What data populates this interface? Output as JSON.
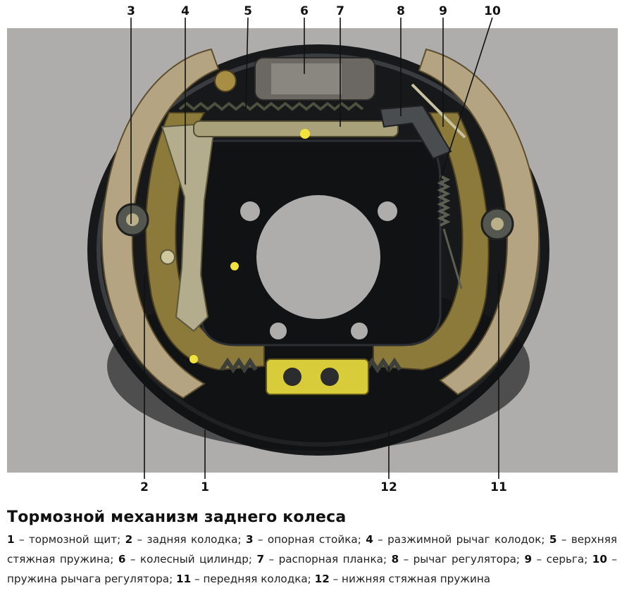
{
  "title": "Тормозной механизм заднего колеса",
  "callouts": [
    "3",
    "4",
    "5",
    "6",
    "7",
    "8",
    "9",
    "10",
    "2",
    "1",
    "12",
    "11"
  ],
  "legend": [
    {
      "num": "1",
      "text": "тормозной щит"
    },
    {
      "num": "2",
      "text": "задняя колодка"
    },
    {
      "num": "3",
      "text": "опорная стойка"
    },
    {
      "num": "4",
      "text": "разжимной рычаг колодок"
    },
    {
      "num": "5",
      "text": "верхняя стяжная пружина"
    },
    {
      "num": "6",
      "text": "колесный цилиндр"
    },
    {
      "num": "7",
      "text": "распорная планка"
    },
    {
      "num": "8",
      "text": "рычаг регулятора"
    },
    {
      "num": "9",
      "text": "серьга"
    },
    {
      "num": "10",
      "text": "пружина рычага регулятора"
    },
    {
      "num": "11",
      "text": "передняя колодка"
    },
    {
      "num": "12",
      "text": "нижняя стяжная пружина"
    }
  ],
  "colors": {
    "background": "#aeadac",
    "backing_plate": "#17191b",
    "shoe_metal": "#8c7a3a",
    "brake_lining": "#b9a98a",
    "yellow_mark": "#f2e23c",
    "spring": "#5b5f52",
    "text": "#111111"
  }
}
